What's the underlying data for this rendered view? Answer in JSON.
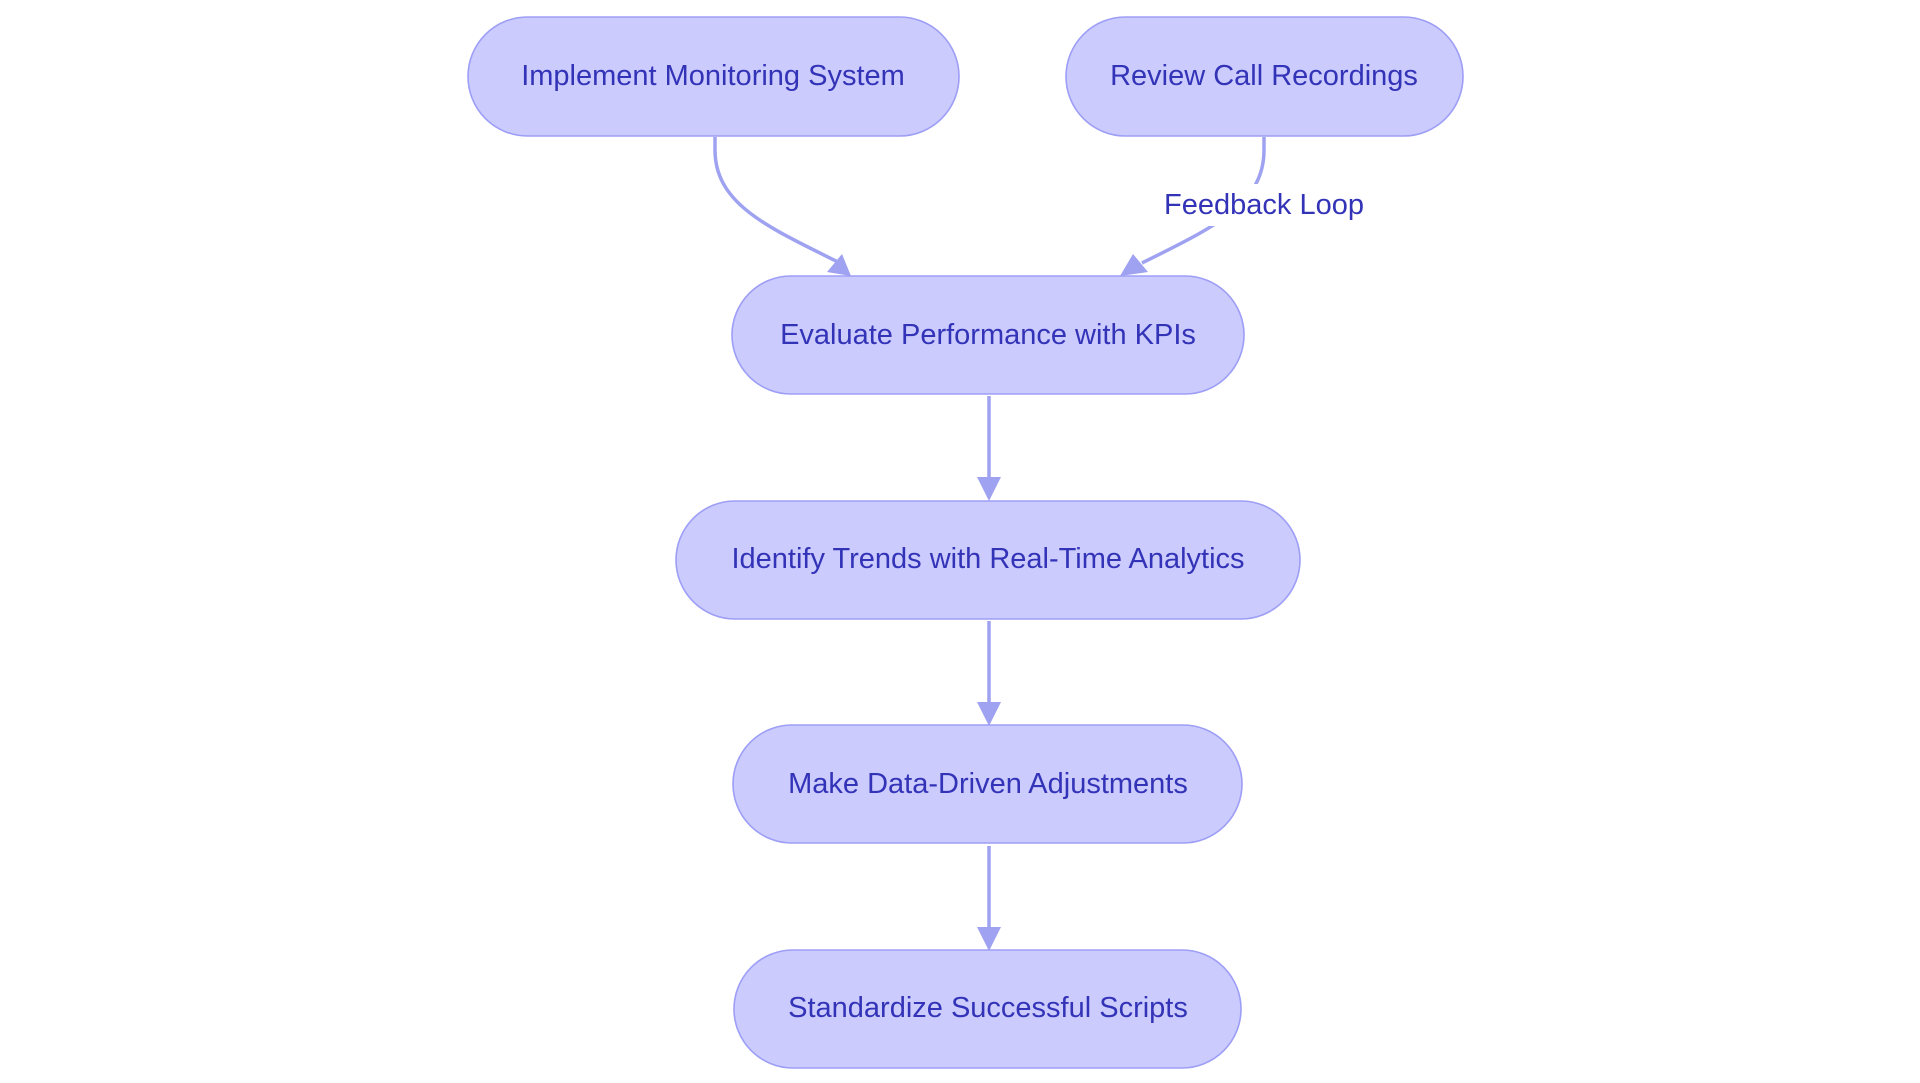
{
  "diagram": {
    "colors": {
      "node_fill": "#cbcbfe",
      "node_stroke": "#9d9ef6",
      "edge": "#9ea2f0",
      "text": "#3333b8"
    },
    "nodes": {
      "implement": "Implement Monitoring System",
      "review": "Review Call Recordings",
      "evaluate": "Evaluate Performance with KPIs",
      "identify": "Identify Trends with Real-Time Analytics",
      "adjust": "Make Data-Driven Adjustments",
      "standardize": "Standardize Successful Scripts"
    },
    "edges": [
      {
        "from": "implement",
        "to": "evaluate",
        "label": ""
      },
      {
        "from": "review",
        "to": "evaluate",
        "label": "Feedback Loop"
      },
      {
        "from": "evaluate",
        "to": "identify",
        "label": ""
      },
      {
        "from": "identify",
        "to": "adjust",
        "label": ""
      },
      {
        "from": "adjust",
        "to": "standardize",
        "label": ""
      }
    ]
  }
}
